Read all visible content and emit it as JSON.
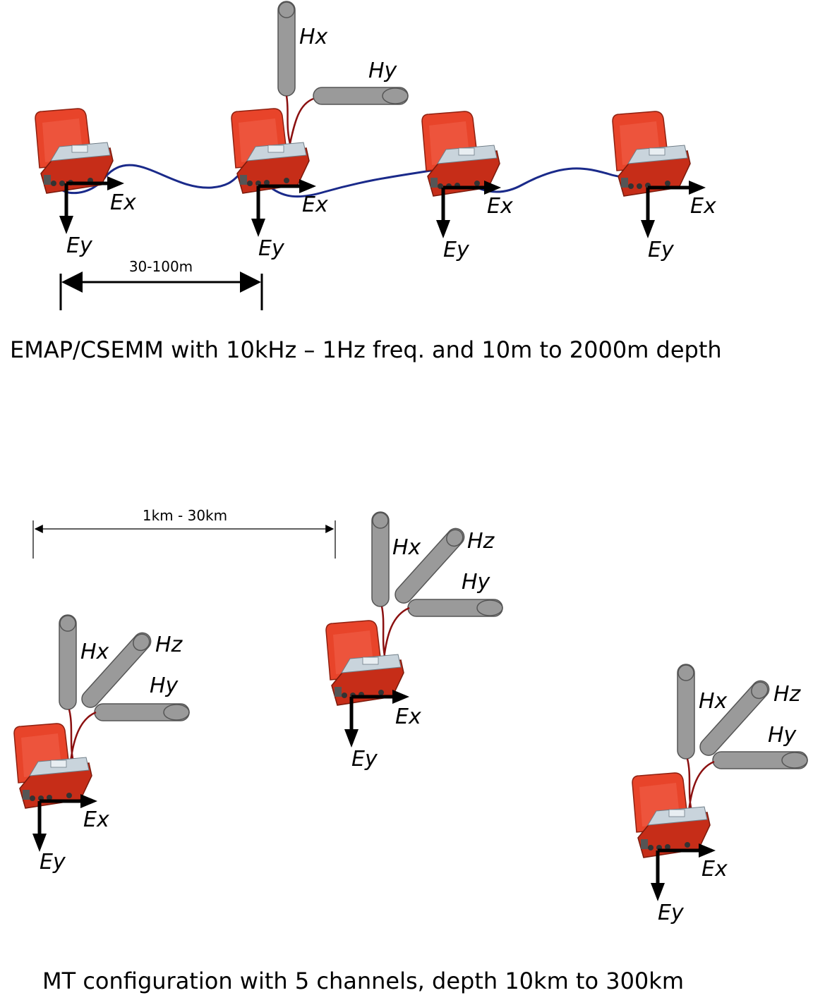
{
  "labels": {
    "ex": "Ex",
    "ey": "Ey",
    "hx": "Hx",
    "hy": "Hy",
    "hz": "Hz"
  },
  "top": {
    "spacing": "30-100m",
    "caption": "EMAP/CSEMM with 10kHz – 1Hz freq. and 10m to 2000m depth"
  },
  "bottom": {
    "spacing": "1km - 30km",
    "caption": "MT configuration with 5 channels, depth 10km to 300km"
  },
  "colors": {
    "case_red": "#e8442a",
    "case_dark": "#c62d18",
    "panel": "#c9d4dc",
    "sensor_gray": "#9a9a9a",
    "cable_blue": "#1a2a8a",
    "cable_red": "#8b1010"
  }
}
